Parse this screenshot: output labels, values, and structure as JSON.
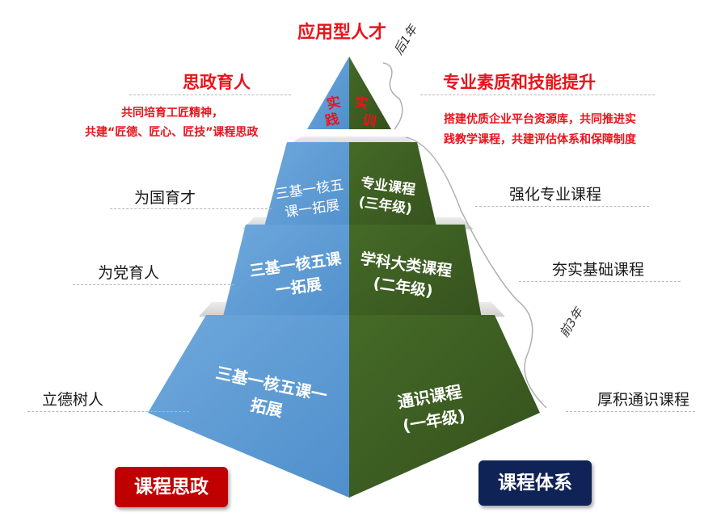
{
  "top_title": "应用型人才",
  "apex": {
    "left": "实践",
    "right": "实训"
  },
  "period_later": "后1年",
  "period_earlier": "前3年",
  "left_heading": "思政育人",
  "left_sub": [
    "共同培育工匠精神，",
    "共建“匠德、匠心、匠技”课程思政"
  ],
  "right_heading": "专业素质和技能提升",
  "right_sub": [
    "搭建优质企业平台资源库，共同推进实",
    "践教学课程，共建评估体系和保障制度"
  ],
  "levels": [
    {
      "left_lines": [
        "三基一核五",
        "课一拓展"
      ],
      "right_lines": [
        "专业课程",
        "(三年级)"
      ]
    },
    {
      "left_lines": [
        "三基一核五课",
        "一拓展"
      ],
      "right_lines": [
        "学科大类课程",
        "(二年级)"
      ]
    },
    {
      "left_lines": [
        "三基一核五课一",
        "拓展"
      ],
      "right_lines": [
        "通识课程",
        "(一年级)"
      ]
    }
  ],
  "left_labels": [
    "为国育才",
    "为党育人",
    "立德树人"
  ],
  "right_labels": [
    "强化专业课程",
    "夯实基础课程",
    "厚积通识课程"
  ],
  "buttons": {
    "left": {
      "label": "课程思政",
      "color": "#c00000"
    },
    "right": {
      "label": "课程体系",
      "color": "#0f2356"
    }
  },
  "colors": {
    "blue_face": "#5b9bd5",
    "green_face": "#3c5b22",
    "accent_red": "#e8141c"
  }
}
